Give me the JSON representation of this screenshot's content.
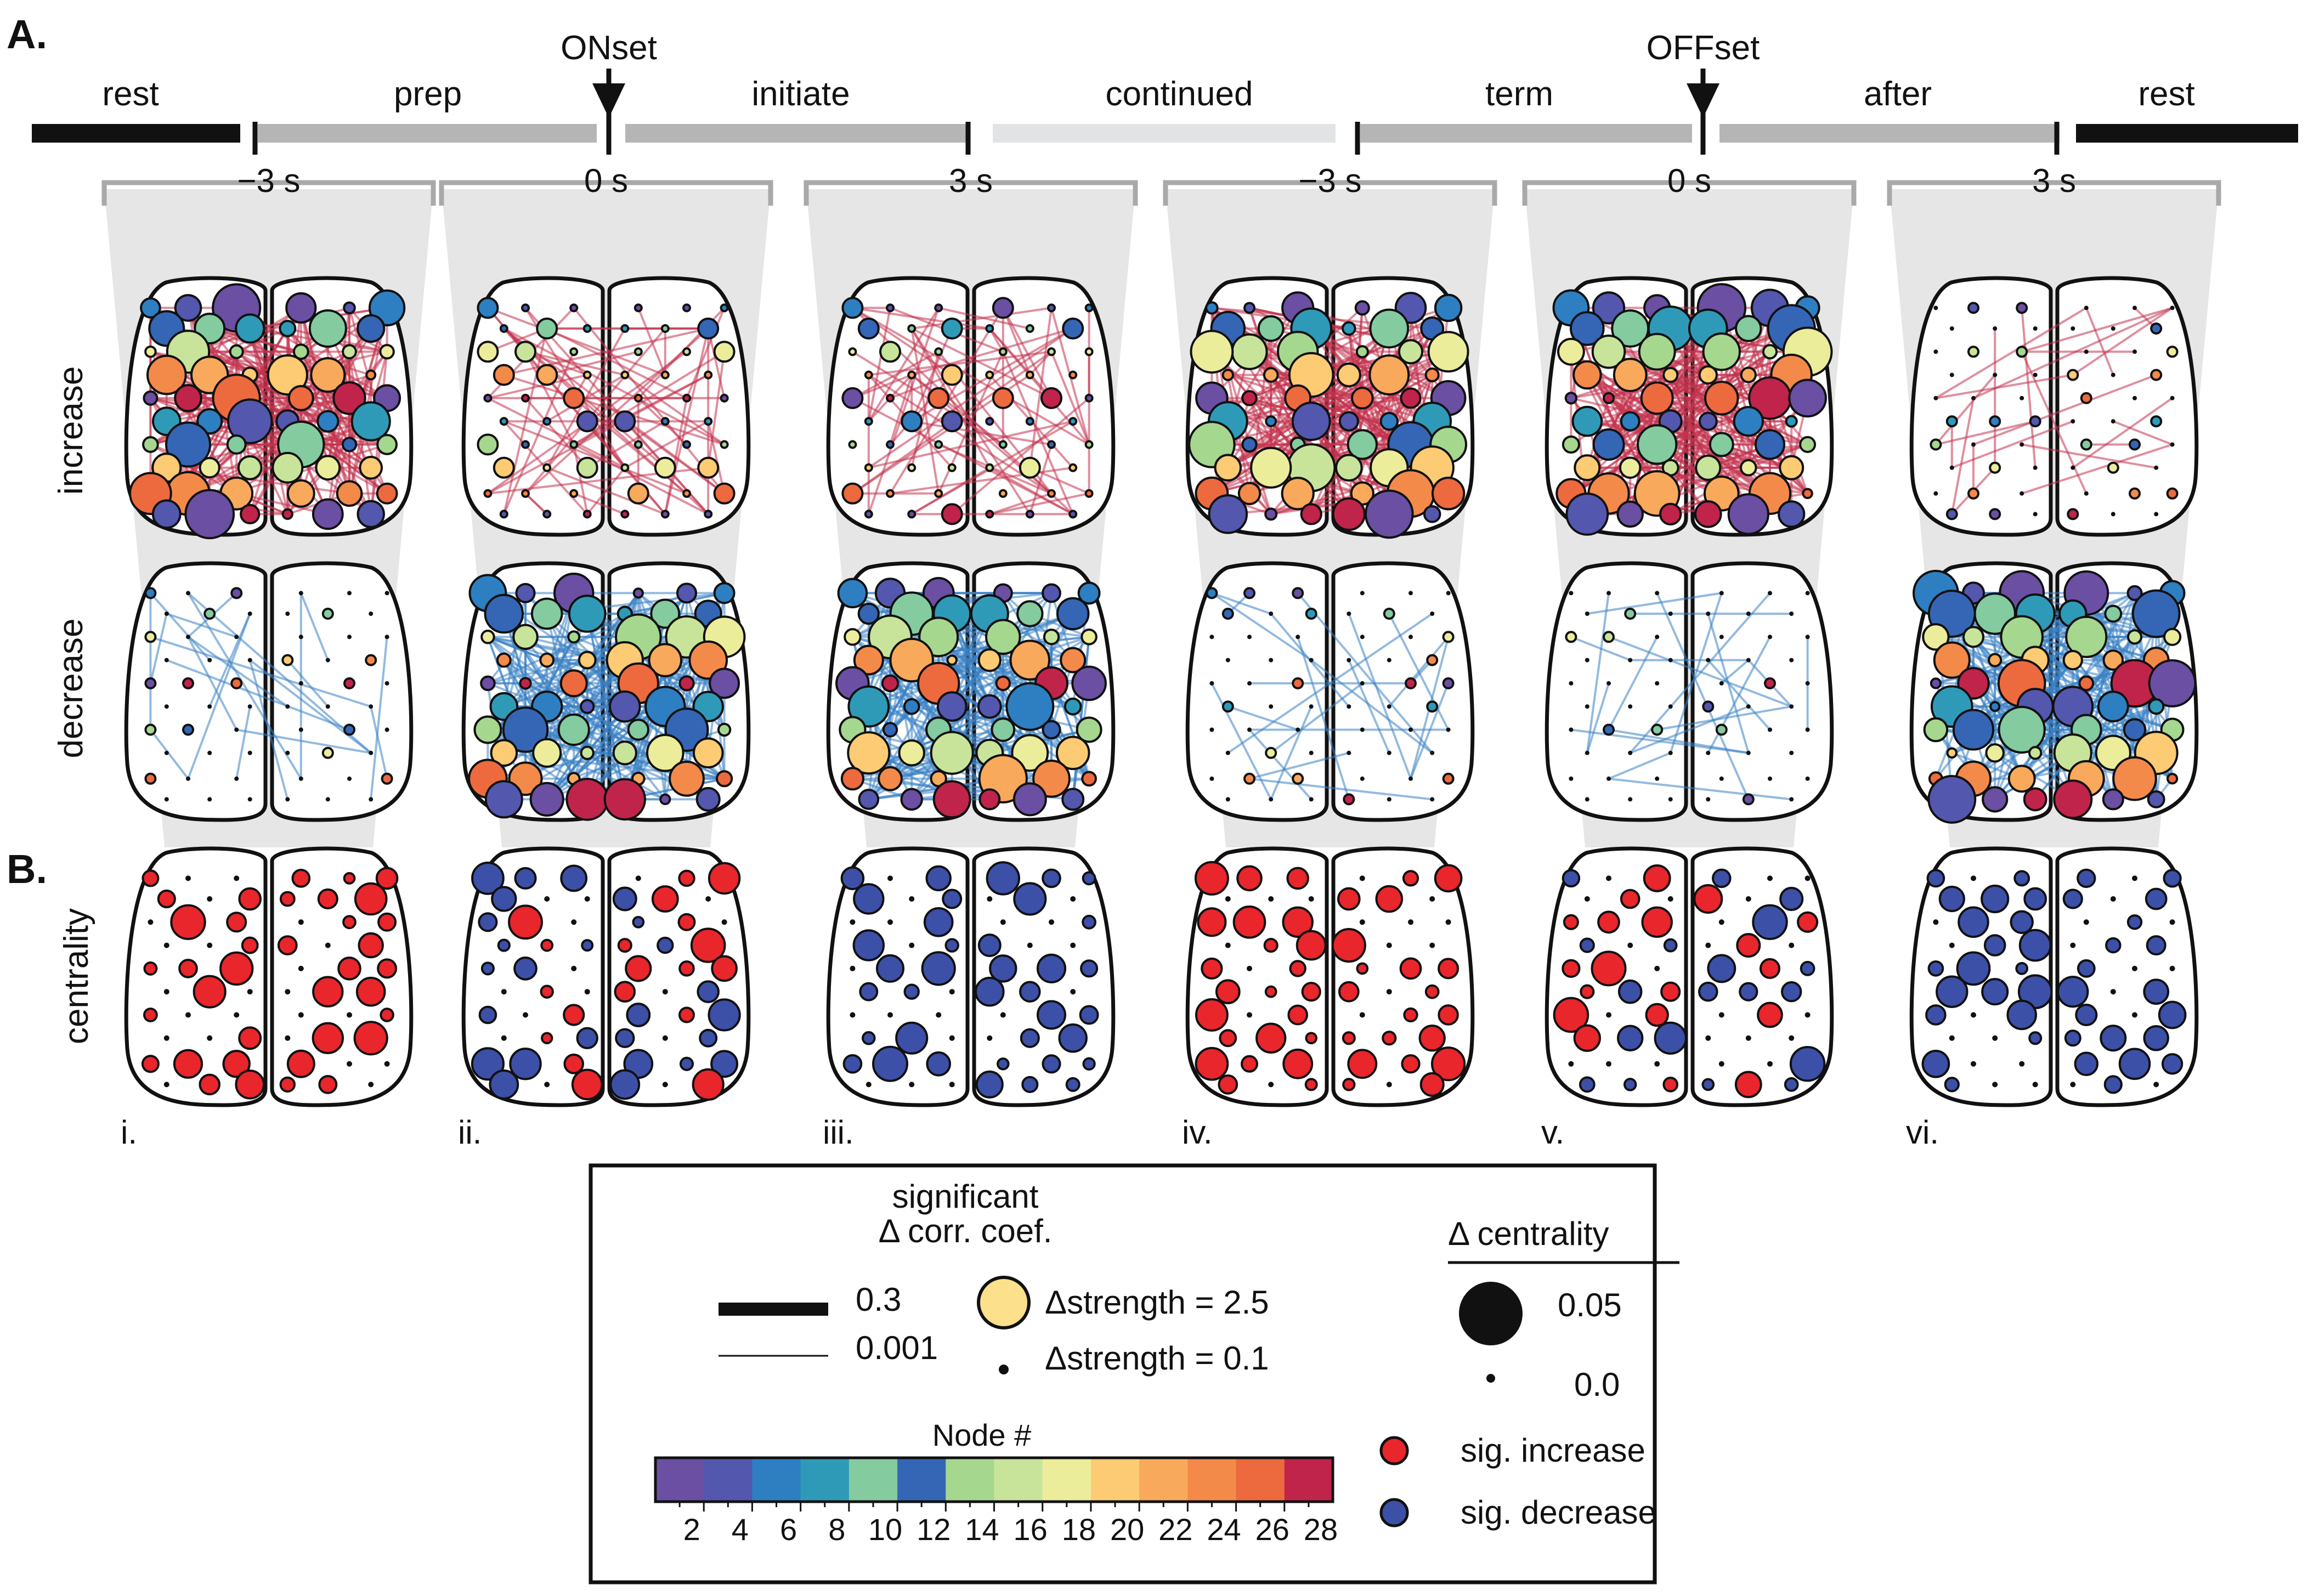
{
  "panel_labels": {
    "a": "A.",
    "b": "B."
  },
  "timeline": {
    "markers": {
      "onset": "ONset",
      "offset": "OFFset"
    },
    "phases": [
      {
        "label": "rest",
        "color": "#111111"
      },
      {
        "label": "prep",
        "color": "#b5b5b5"
      },
      {
        "label": "initiate",
        "color": "#b5b5b5"
      },
      {
        "label": "continued",
        "color": "#e2e3e5"
      },
      {
        "label": "term",
        "color": "#b5b5b5"
      },
      {
        "label": "after",
        "color": "#b5b5b5"
      },
      {
        "label": "rest",
        "color": "#111111"
      }
    ],
    "tick_labels": [
      "−3 s",
      "0 s",
      "3 s",
      "−3 s",
      "0 s",
      "3 s"
    ],
    "columns": [
      {
        "numeral": "i.",
        "increase": "dense",
        "decrease": "sparse",
        "centrality": "increase"
      },
      {
        "numeral": "ii.",
        "increase": "medium",
        "decrease": "dense",
        "centrality": "mixed"
      },
      {
        "numeral": "iii.",
        "increase": "medium",
        "decrease": "dense",
        "centrality": "decrease"
      },
      {
        "numeral": "iv.",
        "increase": "dense",
        "decrease": "sparse",
        "centrality": "increase"
      },
      {
        "numeral": "v.",
        "increase": "dense",
        "decrease": "sparse",
        "centrality": "mixed"
      },
      {
        "numeral": "vi.",
        "increase": "sparse",
        "decrease": "dense",
        "centrality": "decrease"
      }
    ]
  },
  "row_labels": {
    "increase": "increase",
    "decrease": "decrease",
    "centrality": "centrality"
  },
  "colors": {
    "increase_edge": "#c2334f",
    "decrease_edge": "#3b82c4",
    "sig_increase": "#e8262c",
    "sig_decrease": "#3c50a8",
    "funnel": "#e6e6e6",
    "bracket": "#a9a9a9"
  },
  "legend": {
    "corr_title_line1": "significant",
    "corr_title_line2": "Δ corr. coef.",
    "line_thick_value": "0.3",
    "line_thin_value": "0.001",
    "strength_large": "Δstrength = 2.5",
    "strength_small": "Δstrength = 0.1",
    "centrality_title": "Δ  centrality",
    "centrality_large": "0.05",
    "centrality_small": "0.0",
    "sig_increase": "sig. increase",
    "sig_decrease": "sig. decrease",
    "colorbar_title": "Node #",
    "colorbar_ticks": [
      "2",
      "4",
      "6",
      "8",
      "10",
      "12",
      "14",
      "16",
      "18",
      "20",
      "22",
      "24",
      "26",
      "28"
    ],
    "colorbar_colors": [
      "#6a4fa3",
      "#5357ad",
      "#2d7fc1",
      "#2f9ab8",
      "#84cba0",
      "#3566b5",
      "#a6d78f",
      "#c8e49a",
      "#eced9b",
      "#fccb73",
      "#f9a95b",
      "#f38a4a",
      "#ec6a3e",
      "#c0244a"
    ]
  }
}
